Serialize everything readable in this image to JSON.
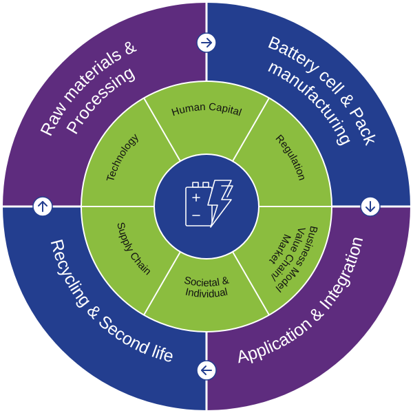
{
  "colors": {
    "purple": "#5e2c7e",
    "blue": "#233e8f",
    "green": "#8bbd3f",
    "center": "#233e8f",
    "divider": "#ffffff"
  },
  "outer_ring": [
    {
      "key": "raw",
      "lines": [
        "Raw materials &",
        "Processing"
      ],
      "color": "#5e2c7e"
    },
    {
      "key": "battery",
      "lines": [
        "Battery cell & Pack",
        "manufacturing"
      ],
      "color": "#233e8f"
    },
    {
      "key": "application",
      "lines": [
        "Application & Integration"
      ],
      "color": "#5e2c7e"
    },
    {
      "key": "recycling",
      "lines": [
        "Recycling & Second life"
      ],
      "color": "#233e8f"
    }
  ],
  "inner_ring": [
    {
      "key": "human-capital",
      "lines": [
        "Human Capital"
      ]
    },
    {
      "key": "regulation",
      "lines": [
        "Regulation"
      ]
    },
    {
      "key": "business-model",
      "lines": [
        "Business Model",
        "Value Chain/",
        "Market"
      ]
    },
    {
      "key": "societal",
      "lines": [
        "Societal &",
        "Individual"
      ]
    },
    {
      "key": "supply-chain",
      "lines": [
        "Supply Chain"
      ]
    },
    {
      "key": "technology",
      "lines": [
        "Technology"
      ]
    }
  ],
  "arrows": [
    {
      "key": "right",
      "icon": "arrow-right-icon",
      "glyph": "→"
    },
    {
      "key": "down",
      "icon": "arrow-down-icon",
      "glyph": "↓"
    },
    {
      "key": "left",
      "icon": "arrow-left-icon",
      "glyph": "←"
    },
    {
      "key": "up",
      "icon": "arrow-up-icon",
      "glyph": "↑"
    }
  ],
  "center_icon": "battery-lightning-icon"
}
